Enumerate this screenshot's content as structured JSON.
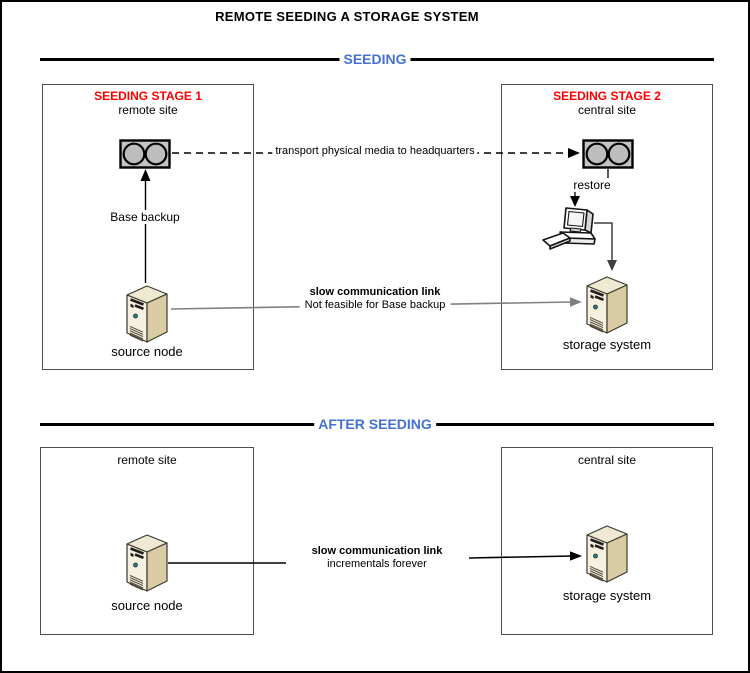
{
  "title": "REMOTE SEEDING A STORAGE SYSTEM",
  "seeding": {
    "divider_label": "SEEDING",
    "stage1": {
      "title": "SEEDING STAGE 1",
      "subtitle": "remote site",
      "node": "source node"
    },
    "stage2": {
      "title": "SEEDING STAGE 2",
      "subtitle": "central site",
      "restore_label": "restore",
      "node": "storage system"
    },
    "base_backup_label": "Base backup",
    "transport_label": "transport physical media to headquarters",
    "link": {
      "title": "slow communication link",
      "note": "Not feasible for Base backup"
    }
  },
  "after_seeding": {
    "divider_label": "AFTER SEEDING",
    "left": {
      "subtitle": "remote site",
      "node": "source node"
    },
    "right": {
      "subtitle": "central site",
      "node": "storage system"
    },
    "link": {
      "title": "slow communication link",
      "note": "incrementals forever"
    }
  },
  "icons": {
    "media": "tape-media-icon",
    "server": "server-tower-icon",
    "computer": "desktop-computer-icon"
  },
  "colors": {
    "stage_title_red": "#FF0000",
    "divider_label_blue": "#4472D0",
    "divider_line": "#000000",
    "slow_link_gray": "#808080",
    "server_front": "#F5F0E0",
    "server_side": "#D9CBA4",
    "media_fill": "#C4C4C4"
  }
}
